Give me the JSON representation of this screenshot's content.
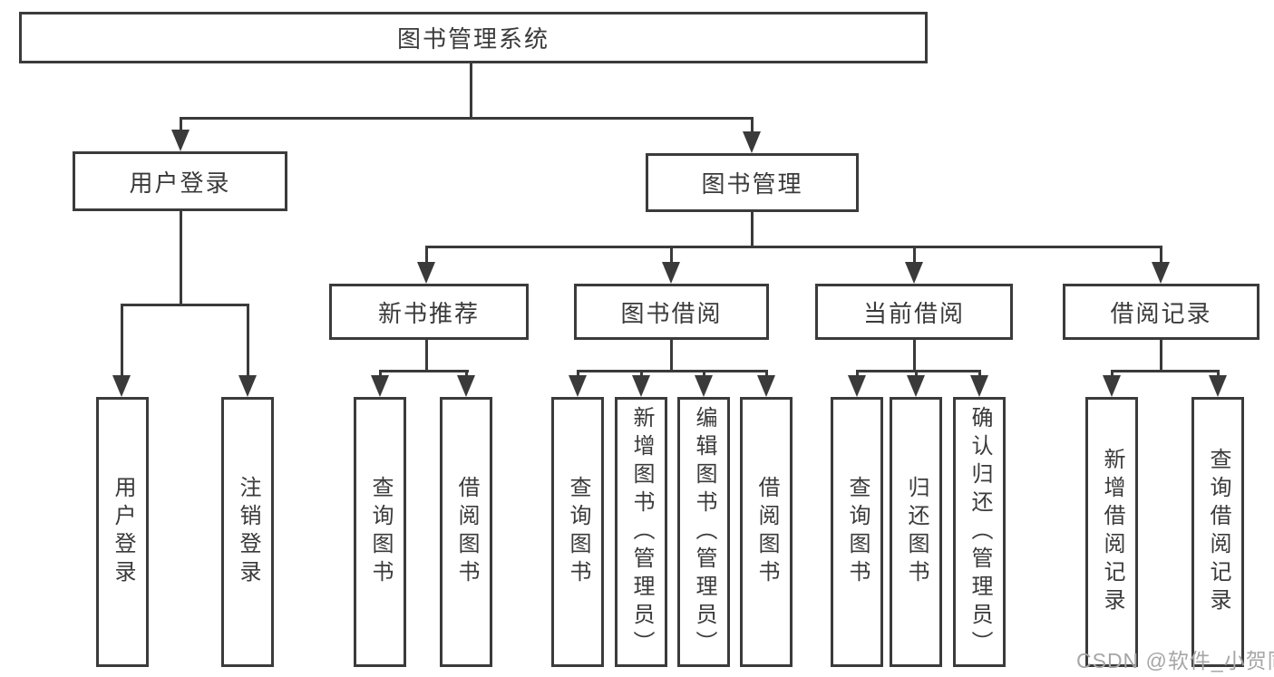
{
  "diagram": {
    "type": "hierarchy-tree",
    "direction": "top-down",
    "hierarchy": [
      {
        "parent": "图书管理系统",
        "children": [
          "用户登录",
          "图书管理"
        ]
      },
      {
        "parent": "用户登录",
        "children": [
          "用户登录",
          "注销登录"
        ]
      },
      {
        "parent": "图书管理",
        "children": [
          "新书推荐",
          "图书借阅",
          "当前借阅",
          "借阅记录"
        ]
      },
      {
        "parent": "新书推荐",
        "children": [
          "查询图书",
          "借阅图书"
        ]
      },
      {
        "parent": "图书借阅",
        "children": [
          "查询图书",
          "新增图书（管理员）",
          "编辑图书（管理员）",
          "借阅图书"
        ]
      },
      {
        "parent": "当前借阅",
        "children": [
          "查询图书",
          "归还图书",
          "确认归还（管理员）"
        ]
      },
      {
        "parent": "借阅记录",
        "children": [
          "新增借阅记录",
          "查询借阅记录"
        ]
      }
    ]
  },
  "nodes": {
    "root": {
      "label": "图书管理系统",
      "level": 1
    },
    "user_login": {
      "label": "用户登录",
      "level": 2
    },
    "book_mgmt": {
      "label": "图书管理",
      "level": 2
    },
    "new_book_rec": {
      "label": "新书推荐",
      "level": 3
    },
    "book_borrow": {
      "label": "图书借阅",
      "level": 3
    },
    "current_borrow": {
      "label": "当前借阅",
      "level": 3
    },
    "borrow_record": {
      "label": "借阅记录",
      "level": 3
    },
    "leaf_user_login": {
      "label": "用户登录",
      "level": 4
    },
    "leaf_logout": {
      "label": "注销登录",
      "level": 4
    },
    "leaf_query_book_rec": {
      "label": "查询图书",
      "level": 4
    },
    "leaf_borrow_book_rec": {
      "label": "借阅图书",
      "level": 4
    },
    "leaf_query_book_borrow": {
      "label": "查询图书",
      "level": 4
    },
    "leaf_add_book": {
      "label": "新增图书（管理员）",
      "level": 4
    },
    "leaf_edit_book": {
      "label": "编辑图书（管理员）",
      "level": 4
    },
    "leaf_borrow_book": {
      "label": "借阅图书",
      "level": 4
    },
    "leaf_query_book_cur": {
      "label": "查询图书",
      "level": 4
    },
    "leaf_return_book": {
      "label": "归还图书",
      "level": 4
    },
    "leaf_confirm_return": {
      "label": "确认归还（管理员）",
      "level": 4
    },
    "leaf_add_record": {
      "label": "新增借阅记录",
      "level": 4
    },
    "leaf_query_record": {
      "label": "查询借阅记录",
      "level": 4
    }
  },
  "watermark": {
    "text": "CSDN @软件_小贺同学"
  },
  "colors": {
    "line": "#3a3a3a",
    "box_border": "#3b3b3b",
    "text": "#3a3a3a",
    "background": "#ffffff",
    "watermark": "#a6a6a6"
  }
}
